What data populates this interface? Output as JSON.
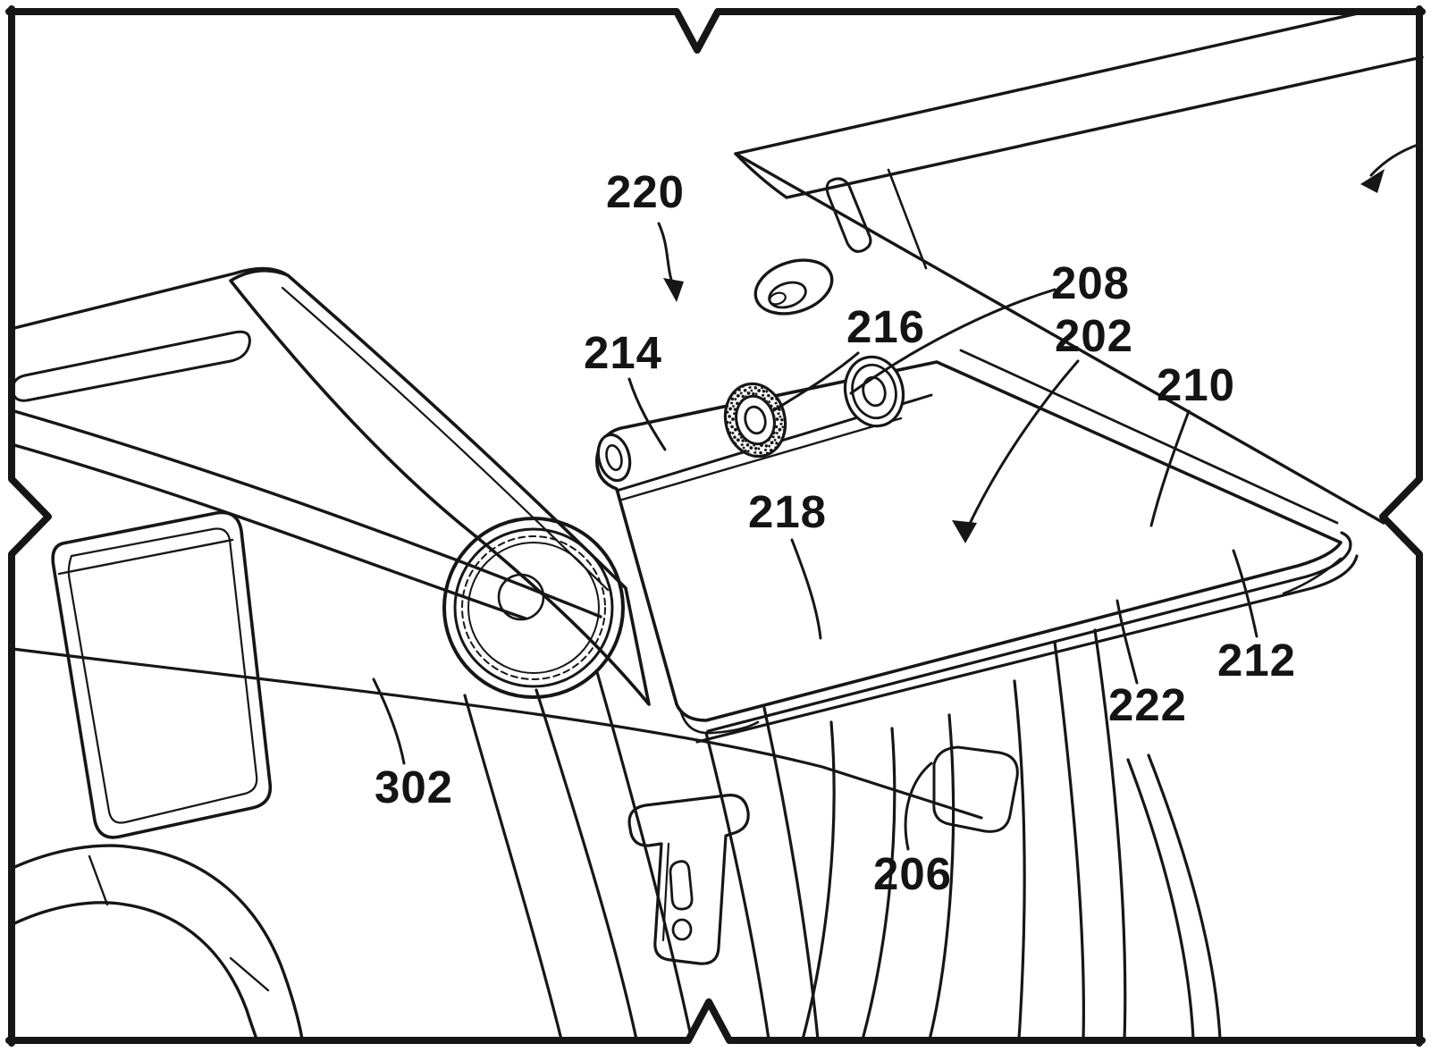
{
  "figure": {
    "kind": "patent line drawing",
    "subject": "vehicle interior headliner, sun-visor and stippled mounting panel with grommets",
    "page_background": "#ffffff",
    "ink_color": "#161616"
  },
  "reference_labels": [
    {
      "text": "220",
      "has_arrowhead": true
    },
    {
      "text": "214",
      "has_arrowhead": false
    },
    {
      "text": "216",
      "has_arrowhead": false
    },
    {
      "text": "208",
      "has_arrowhead": false
    },
    {
      "text": "202",
      "has_arrowhead": true
    },
    {
      "text": "210",
      "has_arrowhead": false
    },
    {
      "text": "218",
      "has_arrowhead": false
    },
    {
      "text": "212",
      "has_arrowhead": false
    },
    {
      "text": "222",
      "has_arrowhead": false
    },
    {
      "text": "206",
      "has_arrowhead": false
    },
    {
      "text": "302",
      "has_arrowhead": false
    }
  ]
}
